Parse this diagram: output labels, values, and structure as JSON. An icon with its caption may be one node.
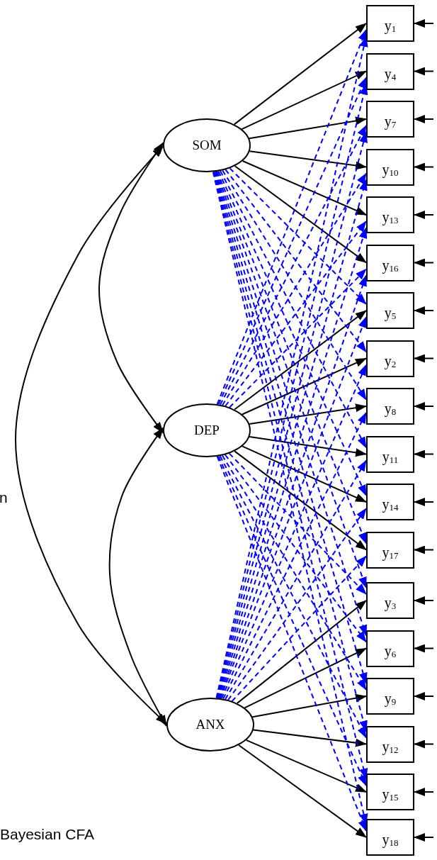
{
  "diagram": {
    "caption": "Bayesian CFA",
    "nodes": [
      {
        "text": [
          "SOM"
        ]
      },
      {
        "text": [
          "DEP"
        ]
      },
      {
        "text": [
          "ANX"
        ]
      },
      {
        "text": [
          "y$_{1}$"
        ]
      },
      {
        "text": [
          "y$_{4}$"
        ]
      },
      {
        "text": [
          "y$_{7}$"
        ]
      },
      {
        "text": [
          "y$_{10}$"
        ]
      },
      {
        "text": [
          "y$_{13}$"
        ]
      },
      {
        "text": [
          "y$_{16}$"
        ]
      },
      {
        "text": [
          "y$_{5}$"
        ]
      },
      {
        "text": [
          "y$_{2}$"
        ]
      },
      {
        "text": [
          "y$_{8}$"
        ]
      },
      {
        "text": [
          "y$_{11}$"
        ]
      },
      {
        "text": [
          "y$_{14}$"
        ]
      },
      {
        "text": [
          "y$_{17}$"
        ]
      },
      {
        "text": [
          "y$_{3}$"
        ]
      },
      {
        "text": [
          "y$_{6}$"
        ]
      },
      {
        "text": [
          "y$_{9}$"
        ]
      },
      {
        "text": [
          "y$_{12}$"
        ]
      },
      {
        "text": [
          "y$_{15}$"
        ]
      },
      {
        "text": [
          "y$_{18}$"
        ]
      }
    ],
    "edges": [
      {
        "from": 0,
        "to": 1,
        "arrow": "both"
      },
      {
        "from": 0,
        "to": 2,
        "arrow": "both"
      },
      {
        "from": 1,
        "to": 2,
        "arrow": "both"
      },
      {
        "from": 0,
        "to": 3,
        "arrow": "to"
      },
      {
        "from": 0,
        "to": 4,
        "arrow": "to"
      },
      {
        "from": 0,
        "to": 5,
        "arrow": "to"
      },
      {
        "from": 0,
        "to": 6,
        "arrow": "to"
      },
      {
        "from": 0,
        "to": 7,
        "arrow": "to"
      },
      {
        "from": 0,
        "to": 8,
        "arrow": "to"
      },
      {
        "from": 1,
        "to": 9,
        "arrow": "to"
      },
      {
        "from": 1,
        "to": 10,
        "arrow": "to"
      },
      {
        "from": 1,
        "to": 11,
        "arrow": "to"
      },
      {
        "from": 1,
        "to": 12,
        "arrow": "to"
      },
      {
        "from": 1,
        "to": 13,
        "arrow": "to"
      },
      {
        "from": 1,
        "to": 14,
        "arrow": "to"
      },
      {
        "from": 2,
        "to": 15,
        "arrow": "to"
      },
      {
        "from": 2,
        "to": 16,
        "arrow": "to"
      },
      {
        "from": 2,
        "to": 17,
        "arrow": "to"
      },
      {
        "from": 2,
        "to": 18,
        "arrow": "to"
      },
      {
        "from": 2,
        "to": 19,
        "arrow": "to"
      },
      {
        "from": 2,
        "to": 20,
        "arrow": "to"
      },
      {
        "from": 0,
        "to": 9,
        "arrow": "to",
        "style": "dashed",
        "color": "#0000ff"
      },
      {
        "from": 0,
        "to": 10,
        "arrow": "to",
        "style": "dashed",
        "color": "#0000ff"
      },
      {
        "from": 0,
        "to": 11,
        "arrow": "to",
        "style": "dashed",
        "color": "#0000ff"
      },
      {
        "from": 0,
        "to": 12,
        "arrow": "to",
        "style": "dashed",
        "color": "#0000ff"
      },
      {
        "from": 0,
        "to": 13,
        "arrow": "to",
        "style": "dashed",
        "color": "#0000ff"
      },
      {
        "from": 0,
        "to": 14,
        "arrow": "to",
        "style": "dashed",
        "color": "#0000ff"
      },
      {
        "from": 0,
        "to": 15,
        "arrow": "to",
        "style": "dashed",
        "color": "#0000ff"
      },
      {
        "from": 0,
        "to": 16,
        "arrow": "to",
        "style": "dashed",
        "color": "#0000ff"
      },
      {
        "from": 0,
        "to": 17,
        "arrow": "to",
        "style": "dashed",
        "color": "#0000ff"
      },
      {
        "from": 0,
        "to": 18,
        "arrow": "to",
        "style": "dashed",
        "color": "#0000ff"
      },
      {
        "from": 0,
        "to": 19,
        "arrow": "to",
        "style": "dashed",
        "color": "#0000ff"
      },
      {
        "from": 0,
        "to": 20,
        "arrow": "to",
        "style": "dashed",
        "color": "#0000ff"
      },
      {
        "from": 1,
        "to": 3,
        "arrow": "to",
        "style": "dashed",
        "color": "#0000ff"
      },
      {
        "from": 1,
        "to": 4,
        "arrow": "to",
        "style": "dashed",
        "color": "#0000ff"
      },
      {
        "from": 1,
        "to": 5,
        "arrow": "to",
        "style": "dashed",
        "color": "#0000ff"
      },
      {
        "from": 1,
        "to": 6,
        "arrow": "to",
        "style": "dashed",
        "color": "#0000ff"
      },
      {
        "from": 1,
        "to": 7,
        "arrow": "to",
        "style": "dashed",
        "color": "#0000ff"
      },
      {
        "from": 1,
        "to": 8,
        "arrow": "to",
        "style": "dashed",
        "color": "#0000ff"
      },
      {
        "from": 1,
        "to": 15,
        "arrow": "to",
        "style": "dashed",
        "color": "#0000ff"
      },
      {
        "from": 1,
        "to": 16,
        "arrow": "to",
        "style": "dashed",
        "color": "#0000ff"
      },
      {
        "from": 1,
        "to": 17,
        "arrow": "to",
        "style": "dashed",
        "color": "#0000ff"
      },
      {
        "from": 1,
        "to": 18,
        "arrow": "to",
        "style": "dashed",
        "color": "#0000ff"
      },
      {
        "from": 1,
        "to": 19,
        "arrow": "to",
        "style": "dashed",
        "color": "#0000ff"
      },
      {
        "from": 1,
        "to": 20,
        "arrow": "to",
        "style": "dashed",
        "color": "#0000ff"
      },
      {
        "from": 2,
        "to": 3,
        "arrow": "to",
        "style": "dashed",
        "color": "#0000ff"
      },
      {
        "from": 2,
        "to": 4,
        "arrow": "to",
        "style": "dashed",
        "color": "#0000ff"
      },
      {
        "from": 2,
        "to": 5,
        "arrow": "to",
        "style": "dashed",
        "color": "#0000ff"
      },
      {
        "from": 2,
        "to": 6,
        "arrow": "to",
        "style": "dashed",
        "color": "#0000ff"
      },
      {
        "from": 2,
        "to": 7,
        "arrow": "to",
        "style": "dashed",
        "color": "#0000ff"
      },
      {
        "from": 2,
        "to": 8,
        "arrow": "to",
        "style": "dashed",
        "color": "#0000ff"
      },
      {
        "from": 2,
        "to": 9,
        "arrow": "to",
        "style": "dashed",
        "color": "#0000ff"
      },
      {
        "from": 2,
        "to": 10,
        "arrow": "to",
        "style": "dashed",
        "color": "#0000ff"
      },
      {
        "from": 2,
        "to": 11,
        "arrow": "to",
        "style": "dashed",
        "color": "#0000ff"
      },
      {
        "from": 2,
        "to": 12,
        "arrow": "to",
        "style": "dashed",
        "color": "#0000ff"
      },
      {
        "from": 2,
        "to": 13,
        "arrow": "to",
        "style": "dashed",
        "color": "#0000ff"
      },
      {
        "from": 2,
        "to": 14,
        "arrow": "to",
        "style": "dashed",
        "color": "#0000ff"
      },
      {
        "from": null,
        "to": 3,
        "arrow": "to"
      },
      {
        "from": null,
        "to": 4,
        "arrow": "to"
      },
      {
        "from": null,
        "to": 5,
        "arrow": "to"
      },
      {
        "from": null,
        "to": 6,
        "arrow": "to"
      },
      {
        "from": null,
        "to": 7,
        "arrow": "to"
      },
      {
        "from": null,
        "to": 8,
        "arrow": "to"
      },
      {
        "from": null,
        "to": 9,
        "arrow": "to"
      },
      {
        "from": null,
        "to": 10,
        "arrow": "to"
      },
      {
        "from": null,
        "to": 11,
        "arrow": "to"
      },
      {
        "from": null,
        "to": 12,
        "arrow": "to"
      },
      {
        "from": null,
        "to": 13,
        "arrow": "to"
      },
      {
        "from": null,
        "to": 14,
        "arrow": "to"
      },
      {
        "from": null,
        "to": 15,
        "arrow": "to"
      },
      {
        "from": null,
        "to": 16,
        "arrow": "to"
      },
      {
        "from": null,
        "to": 17,
        "arrow": "to"
      },
      {
        "from": null,
        "to": 18,
        "arrow": "to"
      },
      {
        "from": null,
        "to": 19,
        "arrow": "to"
      },
      {
        "from": null,
        "to": 20,
        "arrow": "to"
      }
    ],
    "labels": [
      "n"
    ]
  }
}
